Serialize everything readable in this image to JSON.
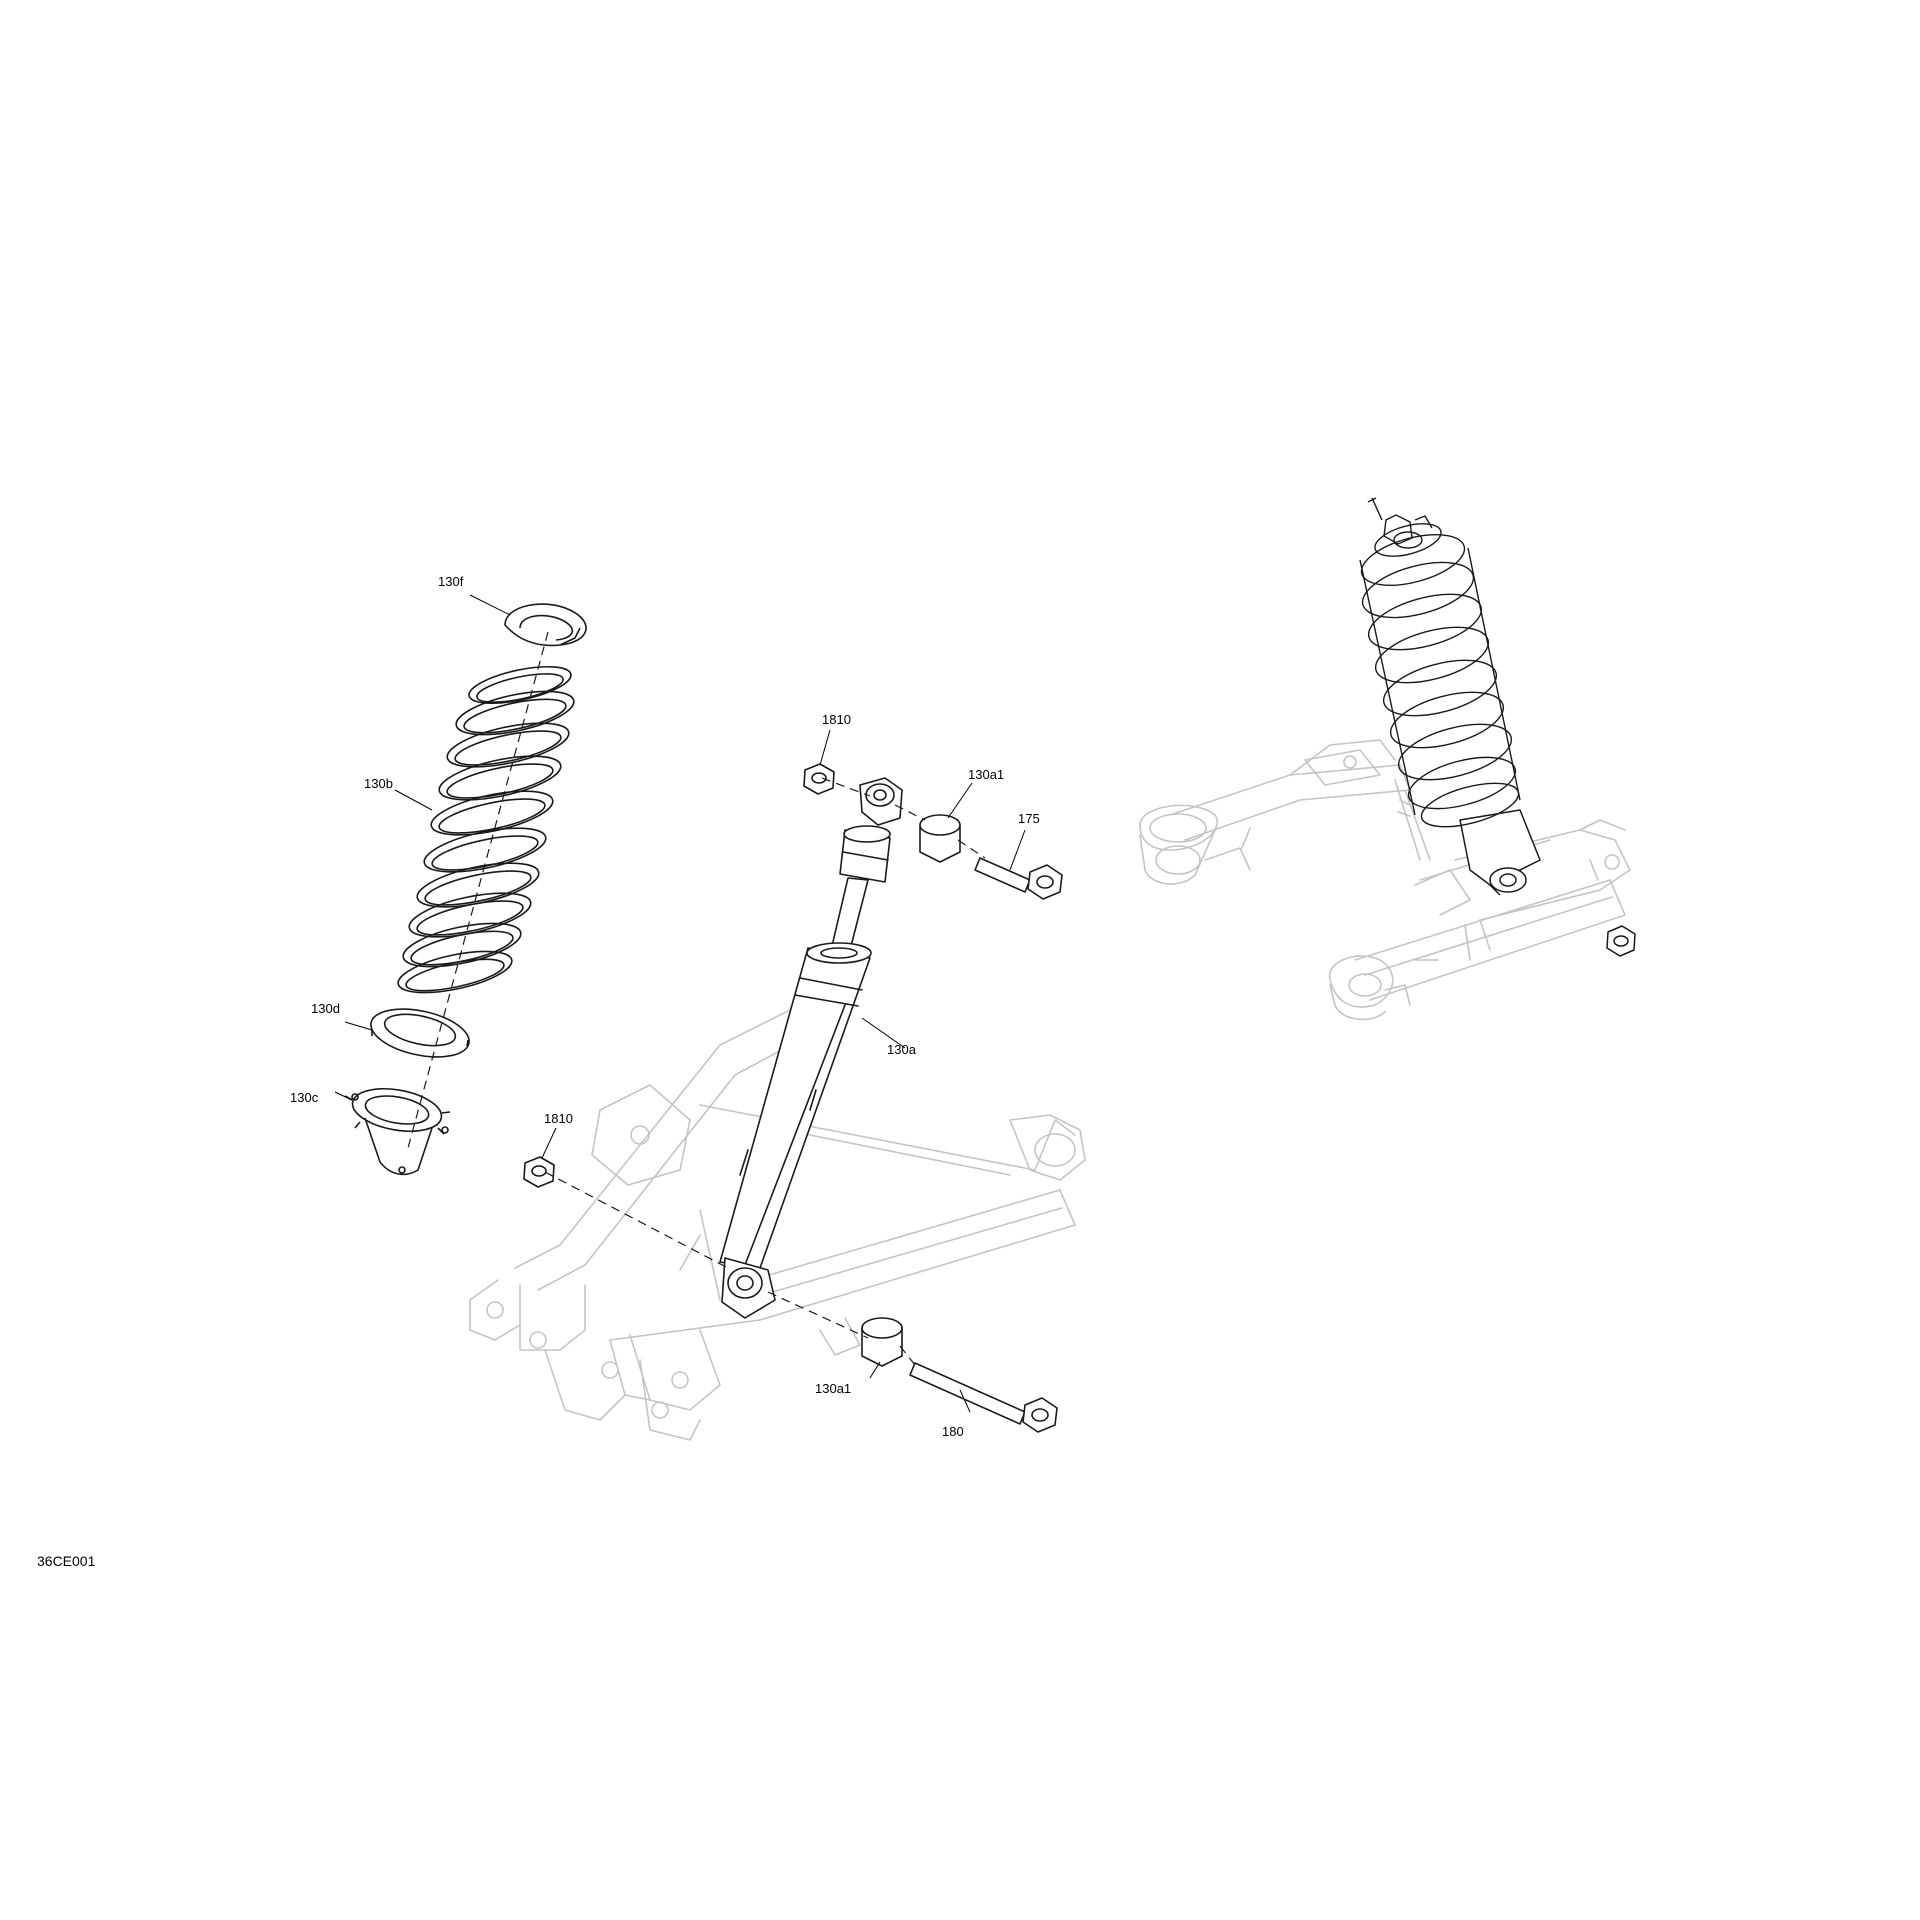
{
  "diagram": {
    "code": "36CE001",
    "colors": {
      "line": "#1a1a1a",
      "ghost": "#bdbdbd",
      "leader": "#000000"
    }
  },
  "callouts": [
    {
      "id": "130f",
      "label": "130f"
    },
    {
      "id": "130b",
      "label": "130b"
    },
    {
      "id": "130d",
      "label": "130d"
    },
    {
      "id": "130c",
      "label": "130c"
    },
    {
      "id": "1810_top",
      "label": "1810"
    },
    {
      "id": "130a1_top",
      "label": "130a1"
    },
    {
      "id": "175",
      "label": "175"
    },
    {
      "id": "130a",
      "label": "130a"
    },
    {
      "id": "1810_bottom",
      "label": "1810"
    },
    {
      "id": "130a1_bottom",
      "label": "130a1"
    },
    {
      "id": "180",
      "label": "180"
    }
  ]
}
